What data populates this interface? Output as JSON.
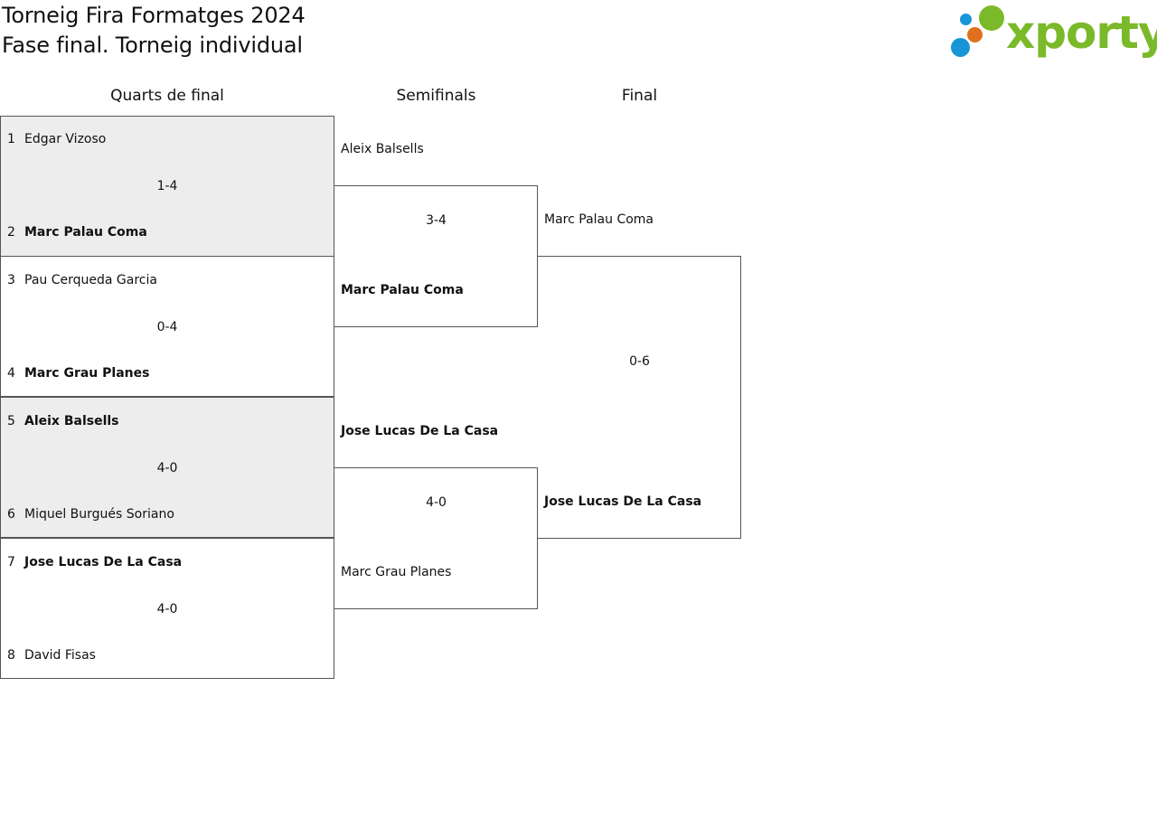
{
  "header": {
    "title": "Torneig Fira Formatges 2024",
    "subtitle": "Fase final. Torneig individual",
    "logo_text": "xporty"
  },
  "columns": {
    "quarters": "Quarts de final",
    "semis": "Semifinals",
    "final": "Final"
  },
  "quarterfinals": [
    {
      "p1": {
        "seed": "1",
        "name": "Edgar Vizoso"
      },
      "p2": {
        "seed": "2",
        "name": "Marc Palau Coma"
      },
      "score": "1-4",
      "winner": 2
    },
    {
      "p1": {
        "seed": "3",
        "name": "Pau Cerqueda Garcia"
      },
      "p2": {
        "seed": "4",
        "name": "Marc Grau Planes"
      },
      "score": "0-4",
      "winner": 2
    },
    {
      "p1": {
        "seed": "5",
        "name": "Aleix Balsells"
      },
      "p2": {
        "seed": "6",
        "name": "Miquel Burgués Soriano"
      },
      "score": "4-0",
      "winner": 1
    },
    {
      "p1": {
        "seed": "7",
        "name": "Jose Lucas De La Casa"
      },
      "p2": {
        "seed": "8",
        "name": "David Fisas"
      },
      "score": "4-0",
      "winner": 1
    }
  ],
  "semifinals": [
    {
      "p1": "Aleix Balsells",
      "p2": "Marc Palau Coma",
      "score": "3-4",
      "winner": 2
    },
    {
      "p1": "Jose Lucas De La Casa",
      "p2": "Marc Grau Planes",
      "score": "4-0",
      "winner": 1
    }
  ],
  "final": {
    "p1": "Marc Palau Coma",
    "p2": "Jose Lucas De La Casa",
    "score": "0-6",
    "winner": 2
  },
  "colors": {
    "logo_green": "#7ab929",
    "logo_orange": "#e0701d",
    "logo_blue": "#1795d6",
    "shaded_row": "#ededed"
  }
}
